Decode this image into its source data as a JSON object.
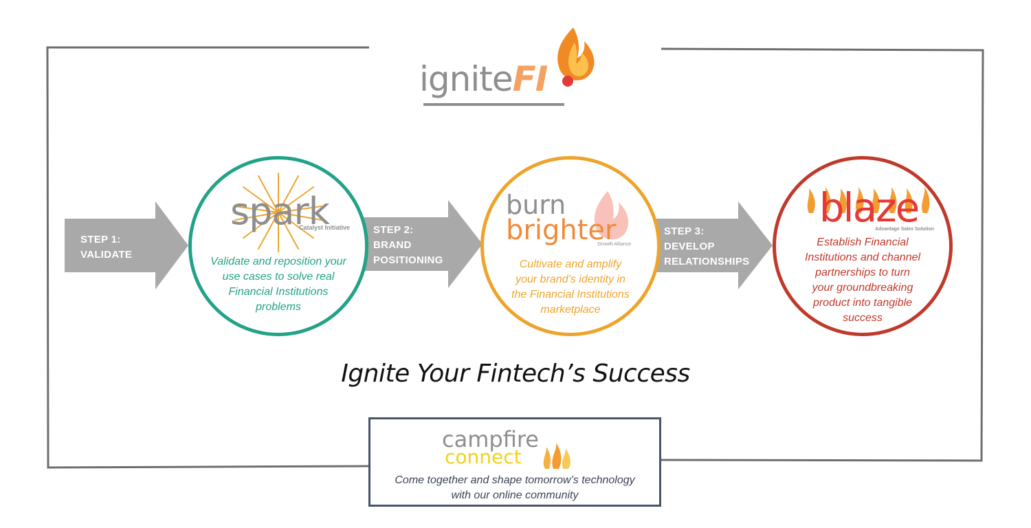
{
  "logo": {
    "word": "ignite",
    "suffix": "FI"
  },
  "title": "Ignite Your Fintech’s Success",
  "steps": [
    {
      "label_line1": "STEP 1:",
      "label_line2": "VALIDATE",
      "label_line3": "",
      "brand_name": "spark",
      "brand_tagline": "Catalyst Initiative",
      "desc_lines": [
        "Validate and reposition your",
        "use cases to solve real",
        "Financial Institutions",
        "problems"
      ],
      "color": "#22a287"
    },
    {
      "label_line1": "STEP 2:",
      "label_line2": "BRAND",
      "label_line3": "POSITIONING",
      "brand_name_top": "burn",
      "brand_name_bottom": "brighter",
      "brand_tagline": "Growth Alliance",
      "desc_lines": [
        "Cultivate and amplify",
        "your brand’s identity in",
        "the Financial Institutions",
        "marketplace"
      ],
      "color": "#eea42b"
    },
    {
      "label_line1": "STEP 3:",
      "label_line2": "DEVELOP",
      "label_line3": "RELATIONSHIPS",
      "brand_name": "blaze",
      "brand_tagline": "Advantage Sales Solution",
      "desc_lines": [
        "Establish Financial",
        "Institutions and channel",
        "partnerships to turn",
        "your groundbreaking",
        "product into tangible",
        "success"
      ],
      "color": "#c0392b"
    }
  ],
  "campfire": {
    "name_top": "campfire",
    "name_bottom": "connect",
    "desc_lines": [
      "Come together and shape tomorrow’s technology",
      "with our online community"
    ]
  },
  "colors": {
    "frame": "#6e6e6e",
    "arrow": "#a9a9a9",
    "brand_gray": "#8e8e8e",
    "burn_orange": "#f08a3a",
    "blaze_red": "#e53935",
    "campfire_yellow": "#f2d21b",
    "campfire_border": "#48536a"
  }
}
